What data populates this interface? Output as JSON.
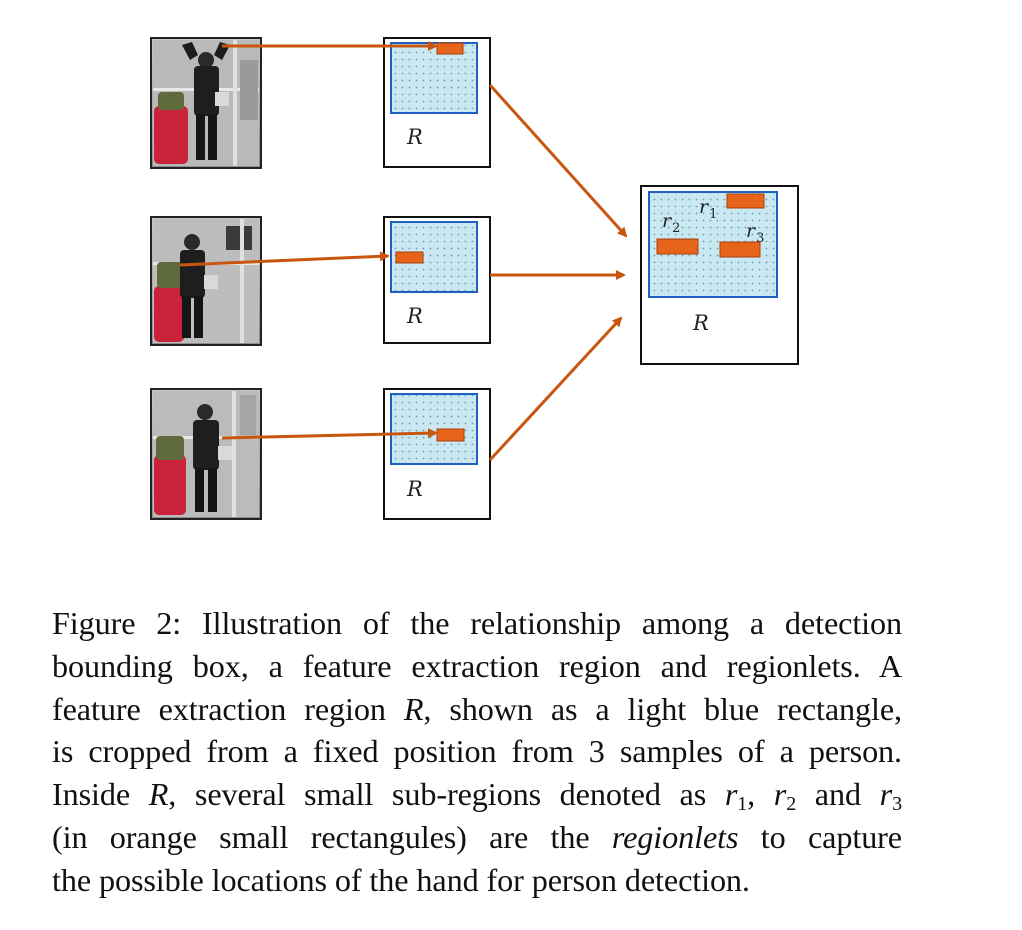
{
  "figure": {
    "region_label": "R",
    "merged_region_label": "R",
    "regionlets": [
      {
        "name": "r",
        "index": "1"
      },
      {
        "name": "r",
        "index": "2"
      },
      {
        "name": "r",
        "index": "3"
      }
    ],
    "colors": {
      "arrow": "#c8560f",
      "regionlet_fill": "#e8641a",
      "region_fill": "#c9e8f2",
      "region_border": "#1f5fbf",
      "box_border": "#111111"
    },
    "photo_samples": 3
  },
  "caption": {
    "line1_a": "Figure 2: Illustration of the relationship among a detection",
    "line2": "bounding box, a feature extraction region and regionlets. A",
    "line3_a": "feature extraction region ",
    "line3_math": "R",
    "line3_b": ", shown as a light blue rectangle,",
    "line4": "is cropped from a fixed position from 3 samples of a person.",
    "line5_a": "Inside ",
    "line5_math": "R",
    "line5_b": ", several small sub-regions denoted as ",
    "line5_r": "r",
    "line5_i1": "1",
    "line5_sep": ", ",
    "line5_i2": "2",
    "line5_and": " and ",
    "line5_i3": "3",
    "line6_a": "(in orange small rectangules) are the ",
    "line6_em": "regionlets",
    "line6_b": " to capture",
    "line7": "the possible locations of the hand for person detection."
  }
}
